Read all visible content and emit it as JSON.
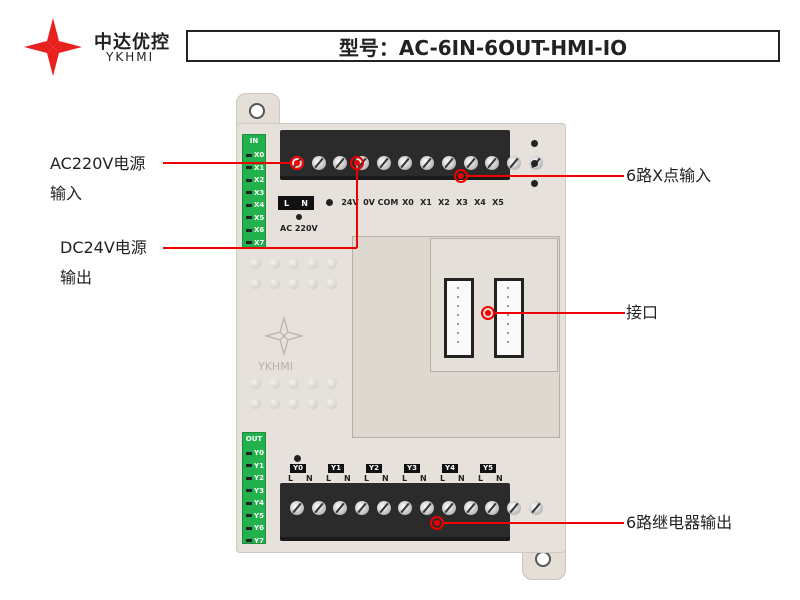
{
  "header": {
    "brand_cn": "中达优控",
    "brand_en": "YKHMI",
    "brand_color": "#e8211e",
    "model_text": "型号：AC-6IN-6OUT-HMI-IO"
  },
  "device": {
    "input_strip": {
      "title": "IN",
      "items": [
        "X0",
        "X1",
        "X2",
        "X3",
        "X4",
        "X5",
        "X6",
        "X7"
      ]
    },
    "output_strip": {
      "title": "OUT",
      "items": [
        "Y0",
        "Y1",
        "Y2",
        "Y3",
        "Y4",
        "Y5",
        "Y6",
        "Y7"
      ]
    },
    "input_terminal_labels": [
      "24V",
      "0V",
      "COM",
      "X0",
      "X1",
      "X2",
      "X3",
      "X4",
      "X5"
    ],
    "power_ln": {
      "l": "L",
      "n": "N"
    },
    "power_label": "AC 220V",
    "relay_groups": [
      {
        "label": "Y0",
        "l": "L",
        "n": "N"
      },
      {
        "label": "Y1",
        "l": "L",
        "n": "N"
      },
      {
        "label": "Y2",
        "l": "L",
        "n": "N"
      },
      {
        "label": "Y3",
        "l": "L",
        "n": "N"
      },
      {
        "label": "Y4",
        "l": "L",
        "n": "N"
      },
      {
        "label": "Y5",
        "l": "L",
        "n": "N"
      }
    ],
    "emboss_logo_text": "YKHMI",
    "strip_color": "#22b14c"
  },
  "callouts": {
    "ac_input": [
      "AC220V电源",
      "输入"
    ],
    "dc_output": [
      "DC24V电源",
      "输出"
    ],
    "x_input": "6路X点输入",
    "interface": "接口",
    "relay_output": "6路继电器输出",
    "accent_color": "#e00000"
  }
}
